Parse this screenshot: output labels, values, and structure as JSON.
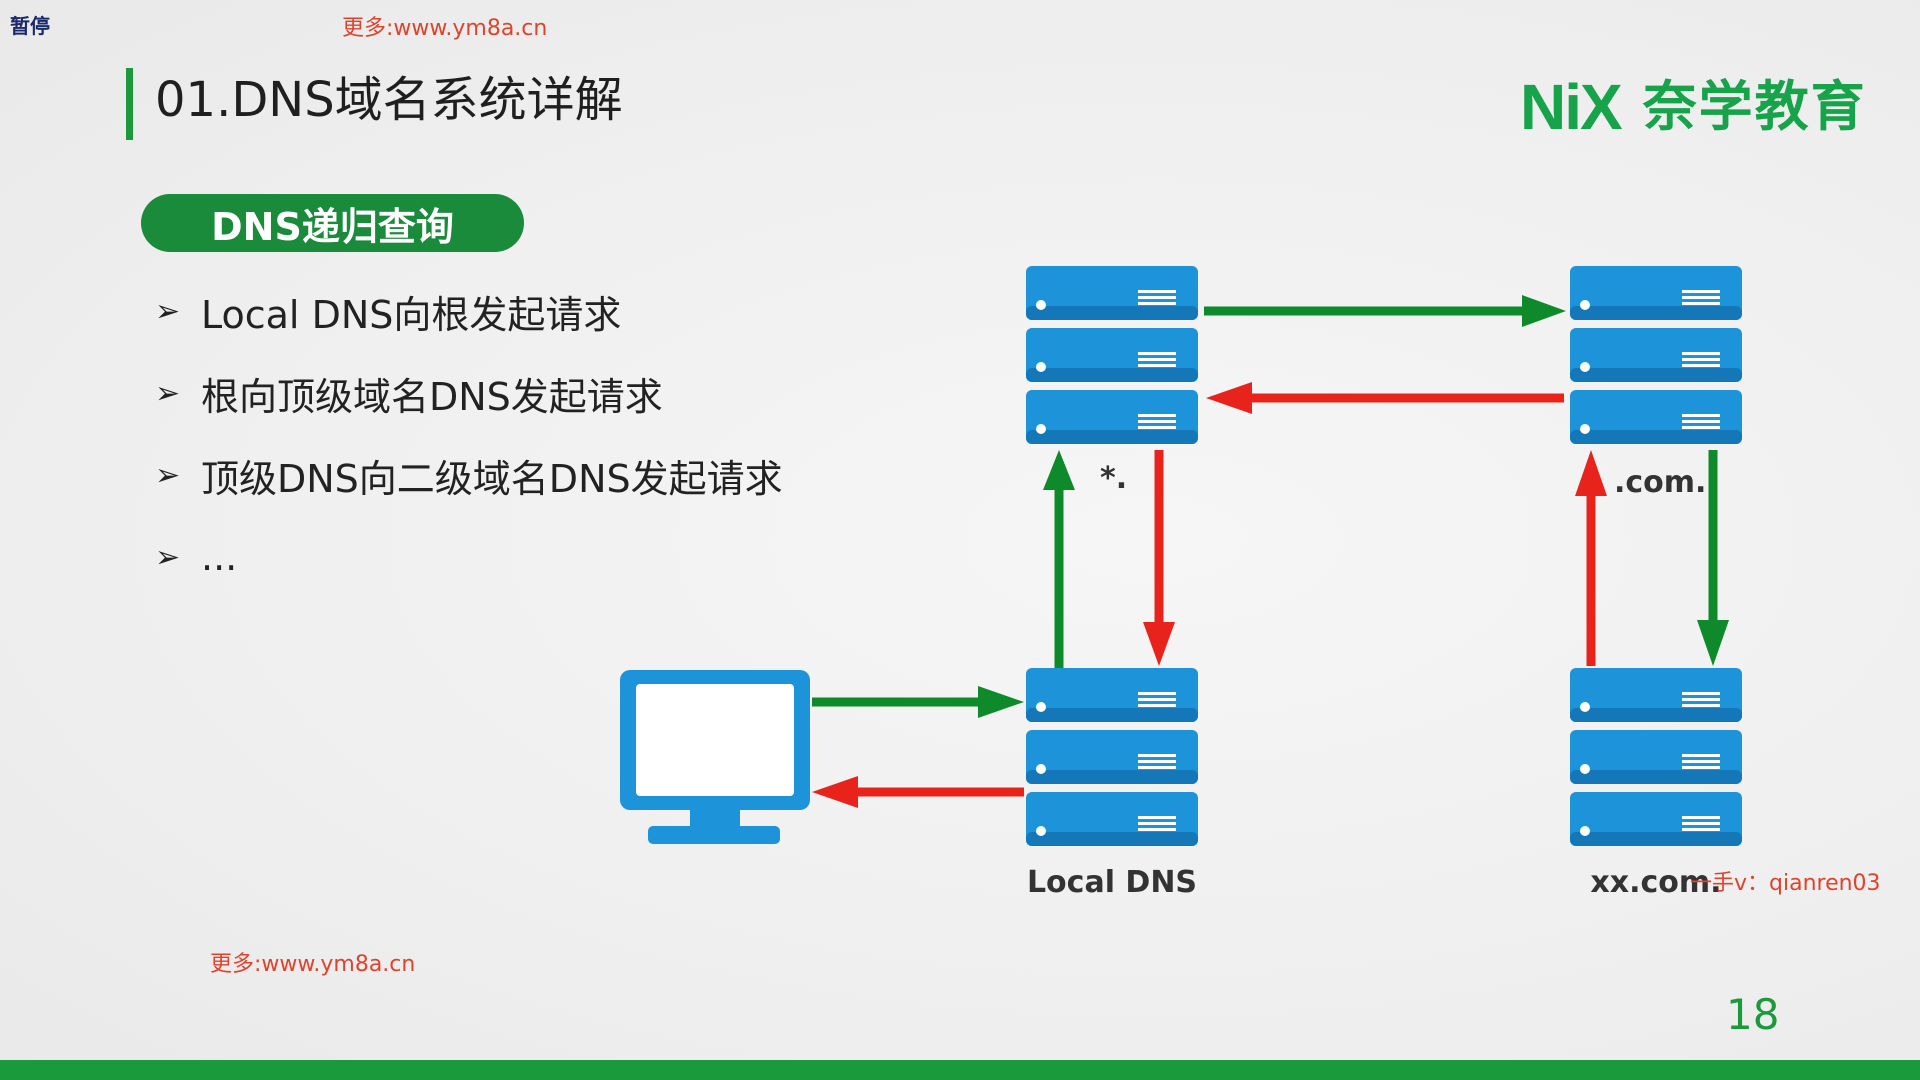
{
  "overlay": {
    "pause_label": "暂停",
    "watermark_top": "更多:www.ym8a.cn",
    "watermark_bottom": "更多:www.ym8a.cn",
    "contact": "一手v：qianren03"
  },
  "slide": {
    "title": "01.DNS域名系统详解",
    "logo_mark": "NiX",
    "logo_text": "奈学教育",
    "section_label": "DNS递归查询",
    "bullets": [
      "Local DNS向根发起请求",
      "根向顶级域名DNS发起请求",
      "顶级DNS向二级域名DNS发起请求",
      "..."
    ],
    "page_number": "18"
  },
  "diagram": {
    "servers": {
      "root": {
        "label": "*."
      },
      "com": {
        "label": ".com."
      },
      "local": {
        "label": "Local DNS"
      },
      "xx": {
        "label": "xx.com."
      }
    },
    "colors": {
      "server": "#1d93d9",
      "server_dark": "#1477b8",
      "request_arrow": "#0e8a2a",
      "response_arrow": "#e8231b",
      "accent": "#1a9a3a"
    }
  }
}
